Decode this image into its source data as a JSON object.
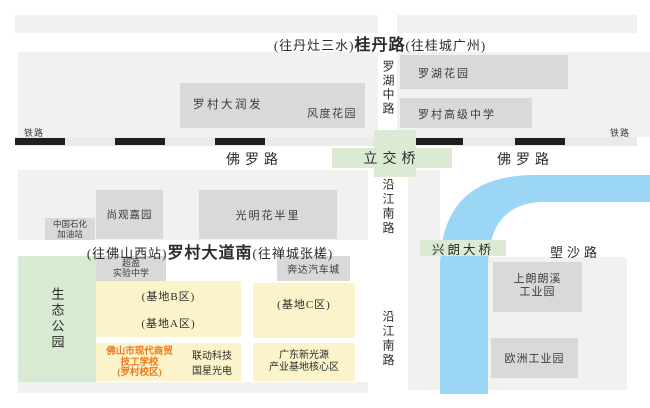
{
  "colors": {
    "band_gray": "#f1f1ef",
    "building_gray": "#d9d9d7",
    "green_zone": "#dcead4",
    "base_yellow": "#fbf4cb",
    "river_blue": "#9bd7f5",
    "railway_black": "#1f1f1d",
    "school_orange": "#ee7a1c"
  },
  "roads": {
    "guidan": {
      "prefix": "(往丹灶三水)",
      "name": "桂丹路",
      "suffix": "(往桂城广州)"
    },
    "luocun_south": {
      "prefix": "(往佛山西站)",
      "name": "罗村大道南",
      "suffix": "(往禅城张槎)"
    },
    "foluo_left": "佛罗路",
    "foluo_right": "佛罗路",
    "interchange": "立交桥",
    "luohu_middle": "罗湖中路",
    "yanjiang_upper": "沿江南路",
    "yanjiang_lower": "沿江南路",
    "xinglang_bridge": "兴朗大桥",
    "langsha": "塱沙路",
    "railway_left": "铁路",
    "railway_right": "铁路"
  },
  "places": {
    "rt_mart": "罗村大润发",
    "fengdu_garden": "风度花园",
    "luohu_garden": "罗湖花园",
    "luocun_high_school": "罗村高级中学",
    "sinopec_line1": "中国石化",
    "sinopec_line2": "加油站",
    "shangguan_garden": "尚观嘉园",
    "guangming": "光明花半里",
    "eco_park": "生态公园",
    "chaoying_line1": "超盈",
    "chaoying_line2": "实验中学",
    "base_b": "(基地B区)",
    "base_a": "(基地A区)",
    "base_c": "(基地C区)",
    "benda_auto_city": "奔达汽车城",
    "school_line1": "佛山市现代商贸",
    "school_line2": "技工学校",
    "school_line3": "(罗村校区)",
    "liandong": "联动科技",
    "guoxing": "国星光电",
    "guangdong_line1": "广东新光源",
    "guangdong_line2": "产业基地核心区",
    "shanglang_line1": "上朗朗溪",
    "shanglang_line2": "工业园",
    "europe_park": "欧洲工业园"
  }
}
